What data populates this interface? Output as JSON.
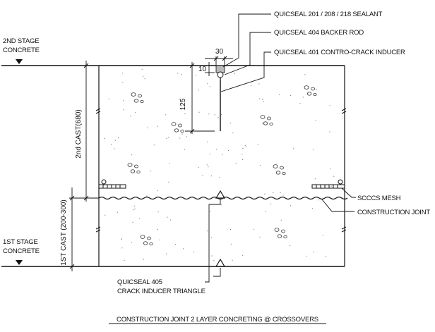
{
  "diagram": {
    "caption": "CONSTRUCTION JOINT 2 LAYER CONCRETING @ CROSSOVERS",
    "levels": {
      "second_stage": [
        "2ND STAGE",
        "CONCRETE"
      ],
      "first_stage": [
        "1ST STAGE",
        "CONCRETE"
      ]
    },
    "dimensions": {
      "top_width": "30",
      "sealant_depth": "10",
      "inducer_depth": "125",
      "second_cast": "2nd CAST(680)",
      "first_cast": "1ST CAST (200-300)"
    },
    "callouts": {
      "sealant": "QUICSEAL 201 / 208 / 218 SEALANT",
      "backer_rod": "QUICSEAL 404 BACKER ROD",
      "contro_crack": "QUICSEAL 401 CONTRO-CRACK INDUCER",
      "mesh": "SCCCS MESH",
      "construction_joint": "CONSTRUCTION JOINT",
      "crack_inducer_triangle": [
        "QUICSEAL 405",
        "CRACK INDUCER TRIANGLE"
      ]
    },
    "colors": {
      "ink": "#111111",
      "paper": "#ffffff"
    }
  }
}
